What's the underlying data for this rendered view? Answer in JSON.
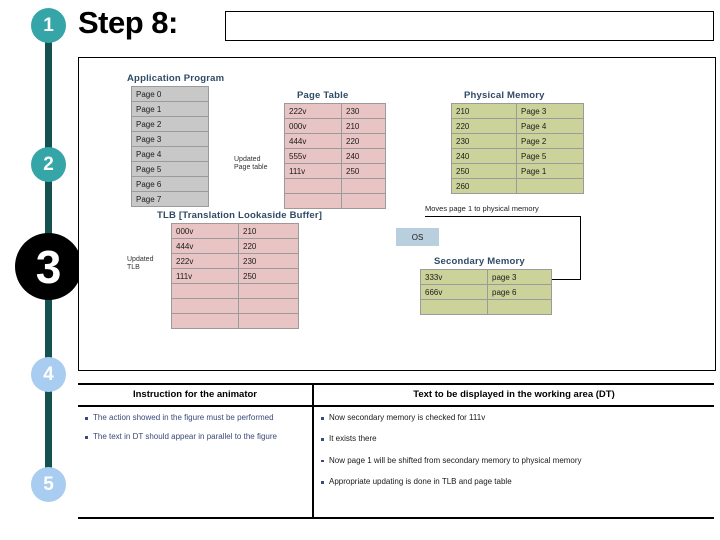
{
  "slide": {
    "step_title": "Step 8:",
    "title_box_value": ""
  },
  "stepper": {
    "nodes": [
      {
        "label": "1",
        "state": "teal"
      },
      {
        "label": "2",
        "state": "teal"
      },
      {
        "label": "3",
        "state": "active"
      },
      {
        "label": "4",
        "state": "light-blue"
      },
      {
        "label": "5",
        "state": "light-blue"
      }
    ],
    "colors": {
      "teal": "#35a5a8",
      "light_blue": "#a8cdf0",
      "active": "#000000",
      "rail": "#14514f"
    }
  },
  "figure": {
    "application_program": {
      "title": "Application Program",
      "rows": [
        "Page 0",
        "Page 1",
        "Page 2",
        "Page 3",
        "Page 4",
        "Page 5",
        "Page 6",
        "Page 7"
      ]
    },
    "page_table": {
      "title": "Page Table",
      "annotation": "Updated\nPage table",
      "rows": [
        [
          "222v",
          "230"
        ],
        [
          "000v",
          "210"
        ],
        [
          "444v",
          "220"
        ],
        [
          "555v",
          "240"
        ],
        [
          "111v",
          "250"
        ],
        [
          "",
          ""
        ],
        [
          "",
          ""
        ]
      ]
    },
    "physical_memory": {
      "title": "Physical Memory",
      "rows": [
        [
          "210",
          "Page 3"
        ],
        [
          "220",
          "Page 4"
        ],
        [
          "230",
          "Page 2"
        ],
        [
          "240",
          "Page 5"
        ],
        [
          "250",
          "Page 1"
        ],
        [
          "260",
          ""
        ]
      ]
    },
    "tlb": {
      "title": "TLB [Translation Lookaside Buffer]",
      "annotation": "Updated\nTLB",
      "rows": [
        [
          "000v",
          "210"
        ],
        [
          "444v",
          "220"
        ],
        [
          "222v",
          "230"
        ],
        [
          "111v",
          "250"
        ],
        [
          "",
          ""
        ],
        [
          "",
          ""
        ],
        [
          "",
          ""
        ]
      ]
    },
    "secondary_memory": {
      "title": "Secondary Memory",
      "rows": [
        [
          "333v",
          "page 3"
        ],
        [
          "666v",
          "page 6"
        ],
        [
          "",
          ""
        ]
      ]
    },
    "os_box": {
      "label": "OS"
    },
    "connector_label": "Moves page 1 to physical memory",
    "colors": {
      "application_fill": "#c8c8c8",
      "table_fill": "#e9c4c4",
      "memory_fill": "#ccd39a",
      "os_fill": "#b9cfdd",
      "heading": "#2f4a66"
    }
  },
  "bottom_table": {
    "columns": [
      {
        "header": "Instruction for the animator",
        "bullets": [
          "The action showed in the figure must be performed",
          "The text in DT should appear  in parallel to the figure"
        ]
      },
      {
        "header": "Text to be displayed in the working area (DT)",
        "bullets": [
          "Now  secondary memory is checked for 111v",
          "It exists there",
          "Now  page 1 will be shifted from secondary memory to physical memory",
          "Appropriate updating is done in TLB  and page table"
        ]
      }
    ]
  }
}
